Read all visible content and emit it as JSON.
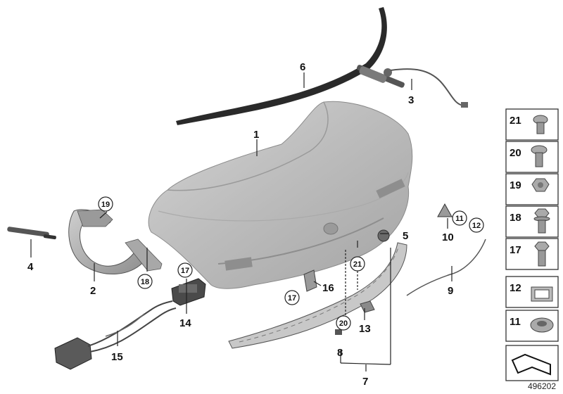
{
  "callouts": {
    "c1": "1",
    "c2": "2",
    "c3": "3",
    "c4": "4",
    "c5": "5",
    "c6": "6",
    "c7": "7",
    "c8": "8",
    "c9": "9",
    "c10": "10",
    "c11": "11",
    "c12": "12",
    "c13": "13",
    "c14": "14",
    "c15": "15",
    "c16": "16",
    "c17a": "17",
    "c17b": "17",
    "c18": "18",
    "c19": "19",
    "c20": "20",
    "c21": "21"
  },
  "side_panel": {
    "items": [
      {
        "label": "21",
        "icon": "push-rivet-icon"
      },
      {
        "label": "20",
        "icon": "collar-screw-icon"
      },
      {
        "label": "19",
        "icon": "hex-nut-icon"
      },
      {
        "label": "18",
        "icon": "hex-bolt-washer-icon"
      },
      {
        "label": "17",
        "icon": "hex-bolt-icon"
      },
      {
        "label": "12",
        "icon": "clip-icon"
      },
      {
        "label": "11",
        "icon": "grommet-icon"
      }
    ],
    "arrow_icon": "assembly-arrow-icon"
  },
  "diagram_id": "496202"
}
